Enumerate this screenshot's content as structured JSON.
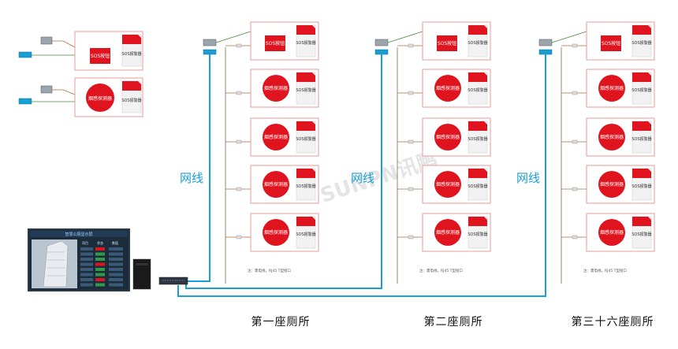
{
  "colors": {
    "network": "#1a9fd4",
    "device_red": "#e0141e",
    "panel_border": "#e89a9a"
  },
  "labels": {
    "network_cable": "网线",
    "sos_button": "SOS按钮",
    "smoke_detector": "烟感探测器",
    "sos_alarm": "SOS报警器",
    "note": "注：需电线，RJ45 T型接口",
    "watermark": "SUNPN讯鹏"
  },
  "buildings": [
    {
      "name": "第一座厕所"
    },
    {
      "name": "第二座厕所"
    },
    {
      "name": "第三十六座厕所"
    }
  ],
  "monitor_screen": {
    "title": "智慧公厕显示屏",
    "headers": [
      "项目",
      "状态",
      "数值"
    ]
  }
}
